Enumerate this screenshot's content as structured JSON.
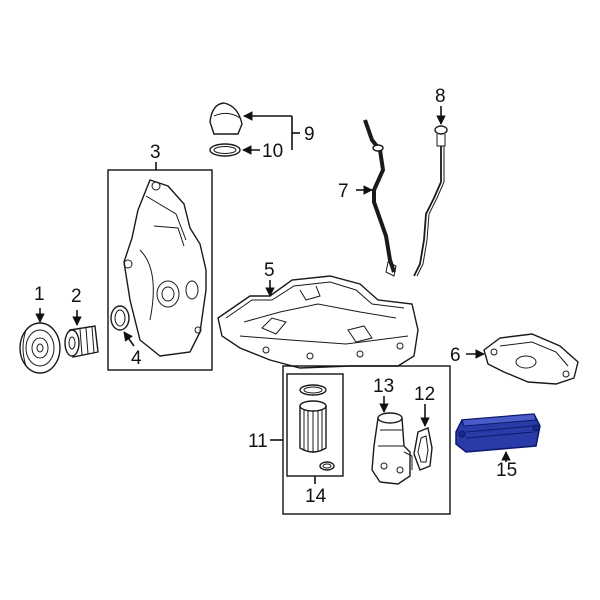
{
  "diagram": {
    "callouts": {
      "c1": "1",
      "c2": "2",
      "c3": "3",
      "c4": "4",
      "c5": "5",
      "c6": "6",
      "c7": "7",
      "c8": "8",
      "c9": "9",
      "c10": "10",
      "c11": "11",
      "c12": "12",
      "c13": "13",
      "c14": "14",
      "c15": "15"
    },
    "colors": {
      "line": "#111111",
      "highlight_fill": "#2a3aa6",
      "highlight_stroke": "#0d1a6e"
    }
  }
}
